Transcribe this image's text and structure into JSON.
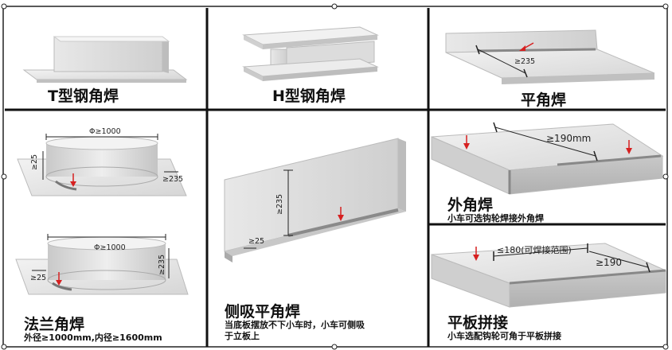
{
  "panels": {
    "t_steel": {
      "title": "T型钢角焊"
    },
    "h_steel": {
      "title": "H型钢角焊"
    },
    "flat_fillet": {
      "title": "平角焊",
      "dim": "≥235"
    },
    "flange_top": {
      "dim_diameter": "Φ≥1000",
      "dim_height": "≥25",
      "dim_edge": "≥235"
    },
    "flange_bottom": {
      "dim_diameter": "Φ≥1000",
      "dim_height": "≥235",
      "dim_edge": "≥25"
    },
    "flange": {
      "title": "法兰角焊",
      "note": "外径≥1000mm,内径≥1600mm"
    },
    "side_suction": {
      "title": "侧吸平角焊",
      "note_line1": "当底板摆放不下小车时，小车可侧吸",
      "note_line2": "于立板上",
      "dim_height": "≥235",
      "dim_foot": "≥25"
    },
    "outer_corner": {
      "title": "外角焊",
      "note": "小车可选钩轮焊接外角焊",
      "dim": "≥190mm"
    },
    "plate_splice": {
      "title": "平板拼接",
      "note": "小车选配钩轮可角于平板拼接",
      "dim_range": "≤180(可焊接范围)",
      "dim_width": "≥190"
    }
  },
  "colors": {
    "arrow": "#d62020",
    "divider": "#111111",
    "weld_seam": "#8a8a8a"
  }
}
